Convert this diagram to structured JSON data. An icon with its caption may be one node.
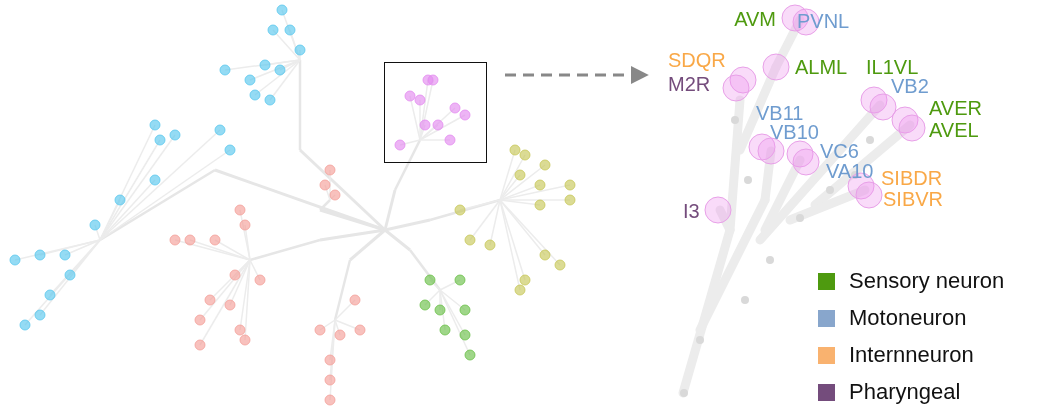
{
  "diagram": {
    "nodes": [
      {
        "text": [],
        "shape": "box"
      },
      {
        "text": [],
        "shape": "picture"
      }
    ],
    "edges": [
      {
        "from": 0,
        "to": 1,
        "arrow": "to",
        "style": "dashed"
      }
    ],
    "labels": [
      "AVM",
      "PVNL",
      "SDQR",
      "M2R",
      "ALML",
      "IL1VL",
      "VB2",
      "AVER",
      "AVEL",
      "VB11",
      "VB10",
      "VC6",
      "VA10",
      "SIBDR",
      "SIBVR",
      "I3"
    ],
    "legend": [
      {
        "text": "Sensory neuron",
        "color": "#4e9a0f"
      },
      {
        "text": "Motoneuron",
        "color": "#88a6cc"
      },
      {
        "text": "Internneuron",
        "color": "#f9b26f"
      },
      {
        "text": "Pharyngeal",
        "color": "#744c7c"
      }
    ]
  }
}
